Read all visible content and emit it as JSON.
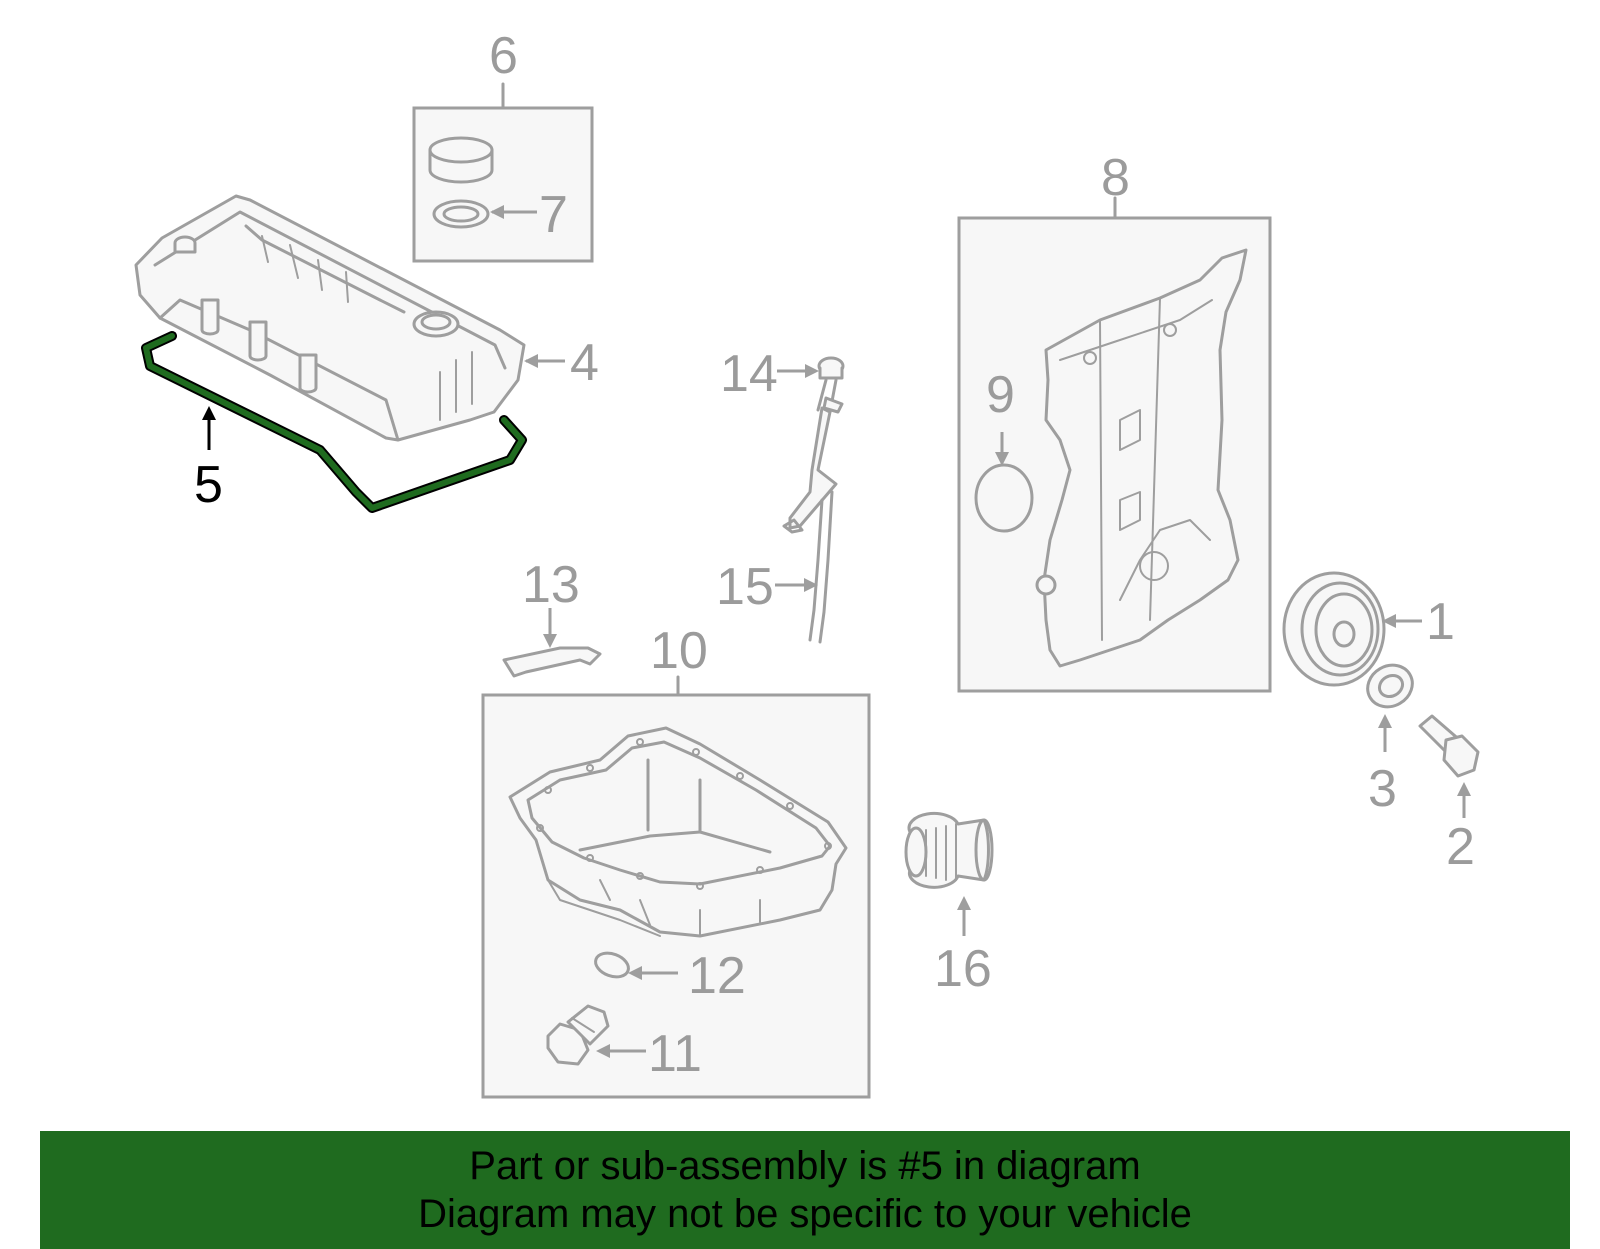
{
  "colors": {
    "highlight": "#1f6b1f",
    "banner_bg": "#1f6b1f",
    "part_stroke": "#9e9e9e",
    "label_gray": "#9b9b9b",
    "label_active": "#000000"
  },
  "diagram": {
    "highlighted_part": "5",
    "callouts": {
      "c1": "1",
      "c2": "2",
      "c3": "3",
      "c4": "4",
      "c5": "5",
      "c6": "6",
      "c7": "7",
      "c8": "8",
      "c9": "9",
      "c10": "10",
      "c11": "11",
      "c12": "12",
      "c13": "13",
      "c14": "14",
      "c15": "15",
      "c16": "16"
    }
  },
  "banner": {
    "line1": "Part or sub-assembly is #5 in diagram",
    "line2": "Diagram may not be specific to your vehicle"
  }
}
